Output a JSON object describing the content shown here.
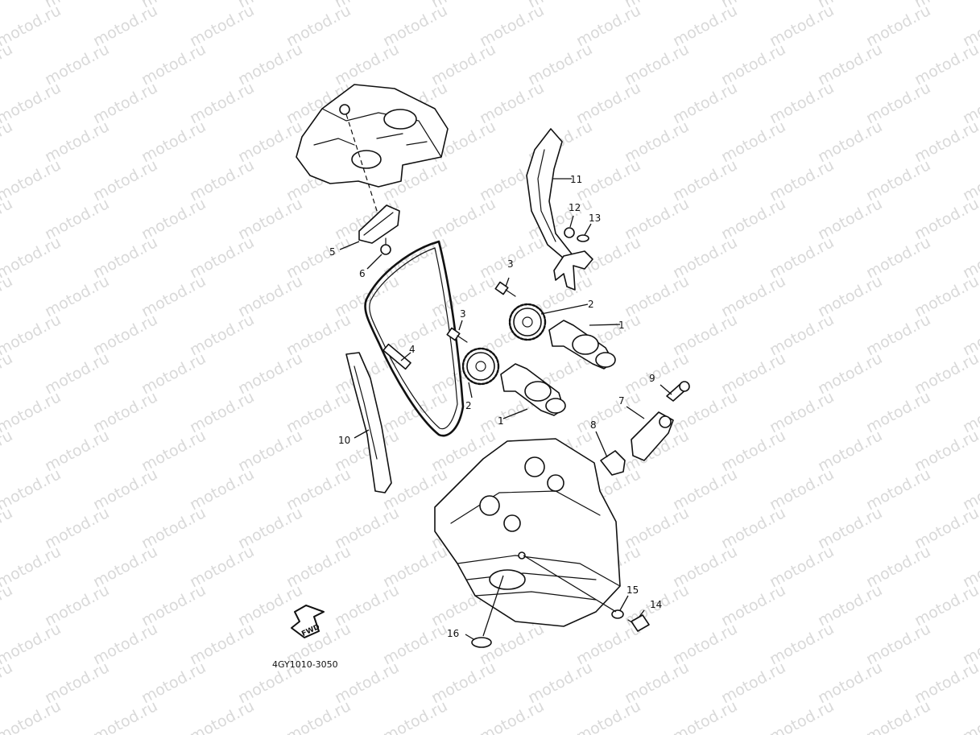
{
  "watermark": "motod.ru",
  "diagram_code": "4GY1010-3050",
  "fwd_label": "FWD",
  "callouts": [
    {
      "id": "c1a",
      "text": "1"
    },
    {
      "id": "c1b",
      "text": "1"
    },
    {
      "id": "c2a",
      "text": "2"
    },
    {
      "id": "c2b",
      "text": "2"
    },
    {
      "id": "c3a",
      "text": "3"
    },
    {
      "id": "c3b",
      "text": "3"
    },
    {
      "id": "c4",
      "text": "4"
    },
    {
      "id": "c5",
      "text": "5"
    },
    {
      "id": "c6",
      "text": "6"
    },
    {
      "id": "c7",
      "text": "7"
    },
    {
      "id": "c8",
      "text": "8"
    },
    {
      "id": "c9",
      "text": "9"
    },
    {
      "id": "c10",
      "text": "10"
    },
    {
      "id": "c11",
      "text": "11"
    },
    {
      "id": "c12",
      "text": "12"
    },
    {
      "id": "c13",
      "text": "13"
    },
    {
      "id": "c14",
      "text": "14"
    },
    {
      "id": "c15",
      "text": "15"
    },
    {
      "id": "c16",
      "text": "16"
    }
  ]
}
